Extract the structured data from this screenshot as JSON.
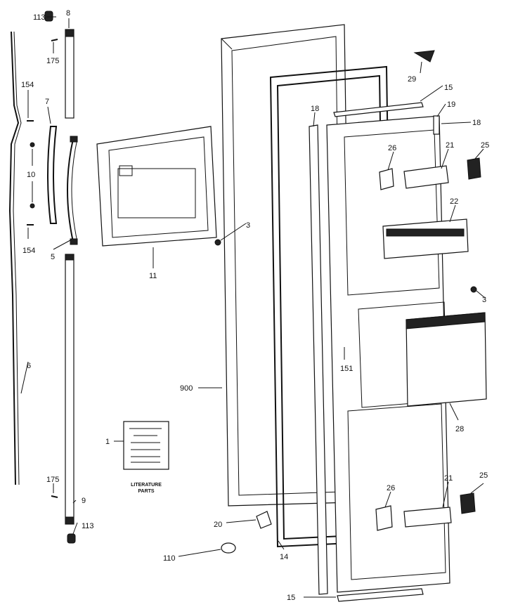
{
  "diagram": {
    "labels": {
      "l113a": "113",
      "l8": "8",
      "l175a": "175",
      "l154a": "154",
      "l7": "7",
      "l10": "10",
      "l154b": "154",
      "l5": "5",
      "l6": "6",
      "l175b": "175",
      "l9": "9",
      "l113b": "113",
      "l11": "11",
      "l3a": "3",
      "l1": "1",
      "l900": "900",
      "l20": "20",
      "l110": "110",
      "l14": "14",
      "l18a": "18",
      "l29": "29",
      "l15a": "15",
      "l19": "19",
      "l18b": "18",
      "l26a": "26",
      "l21a": "21",
      "l25a": "25",
      "l22": "22",
      "l3b": "3",
      "l151": "151",
      "l28": "28",
      "l21b": "21",
      "l25b": "25",
      "l26b": "26",
      "l15b": "15"
    },
    "literature": {
      "line1": "LITERATURE",
      "line2": "PARTS"
    }
  }
}
